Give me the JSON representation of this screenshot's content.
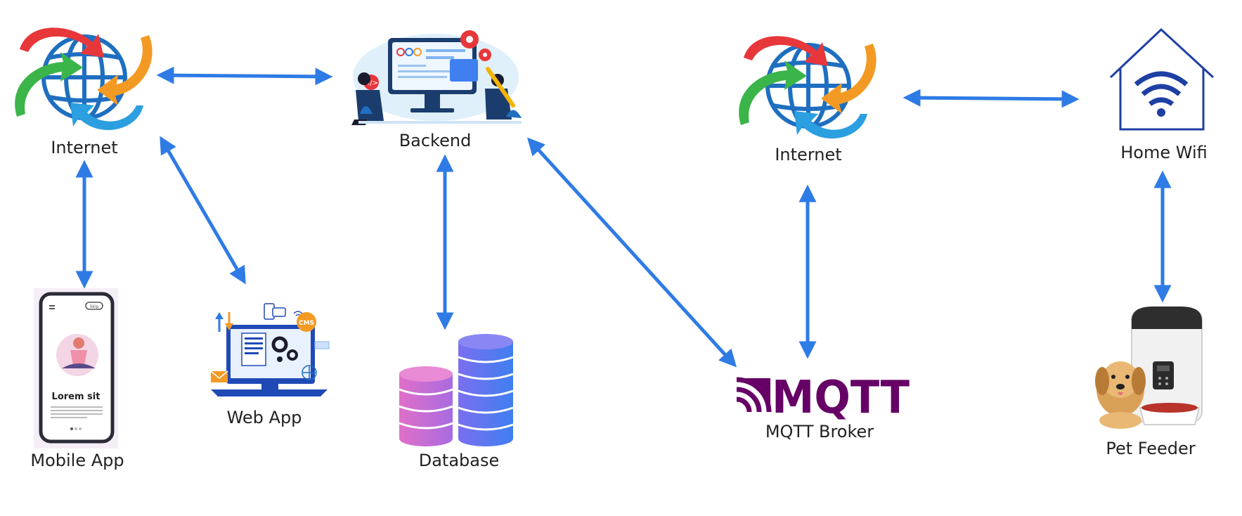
{
  "nodes": {
    "internet_left": {
      "label": "Internet",
      "icon": "globe-arrows-icon"
    },
    "backend": {
      "label": "Backend",
      "icon": "developers-workstation-icon"
    },
    "internet_right": {
      "label": "Internet",
      "icon": "globe-arrows-icon"
    },
    "home_wifi": {
      "label": "Home Wifi",
      "icon": "house-wifi-icon"
    },
    "mobile_app": {
      "label": "Mobile App",
      "icon": "smartphone-icon",
      "screen_title": "Lorem sit",
      "screen_button": "Skip"
    },
    "web_app": {
      "label": "Web App",
      "icon": "laptop-web-icon",
      "badge": "CMS"
    },
    "database": {
      "label": "Database",
      "icon": "database-stack-icon"
    },
    "mqtt_broker": {
      "label": "MQTT Broker",
      "icon": "mqtt-logo-icon",
      "logo_text": "MQTT"
    },
    "pet_feeder": {
      "label": "Pet Feeder",
      "icon": "pet-feeder-icon"
    }
  },
  "edges": [
    {
      "from": "internet_left",
      "to": "backend",
      "bidirectional": true
    },
    {
      "from": "internet_left",
      "to": "mobile_app",
      "bidirectional": true
    },
    {
      "from": "internet_left",
      "to": "web_app",
      "bidirectional": true
    },
    {
      "from": "backend",
      "to": "database",
      "bidirectional": true
    },
    {
      "from": "backend",
      "to": "mqtt_broker",
      "bidirectional": true
    },
    {
      "from": "internet_right",
      "to": "mqtt_broker",
      "bidirectional": true
    },
    {
      "from": "internet_right",
      "to": "home_wifi",
      "bidirectional": true
    },
    {
      "from": "home_wifi",
      "to": "pet_feeder",
      "bidirectional": true
    }
  ],
  "colors": {
    "arrow": "#2f7be5",
    "globe": "#1f6fc0",
    "mqtt": "#660066",
    "house": "#1e3fa3"
  }
}
